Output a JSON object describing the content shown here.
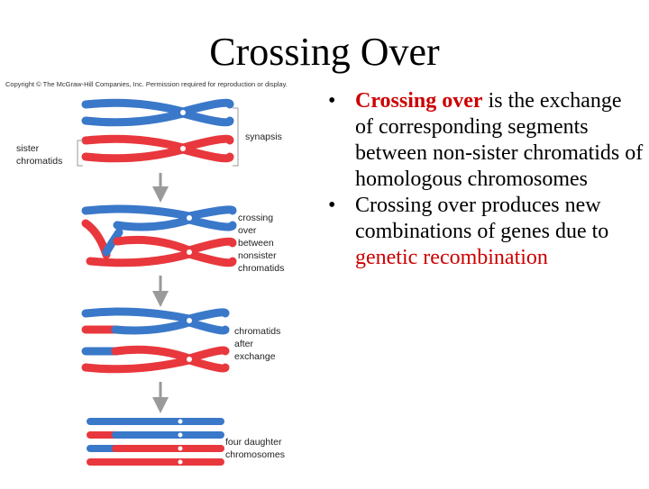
{
  "title": "Crossing Over",
  "copyright": "Copyright © The McGraw-Hill Companies, Inc. Permission required for reproduction or display.",
  "figure": {
    "labels": {
      "synapsis": "synapsis",
      "sister_chromatids": "sister\nchromatids",
      "crossing_over": "crossing\nover\nbetween\nnonsister\nchromatids",
      "after_exchange": "chromatids\nafter\nexchange",
      "daughter": "four daughter\nchromosomes"
    },
    "colors": {
      "blue": "#3a78c9",
      "red": "#e8383d",
      "arrow": "#9a9a9a"
    }
  },
  "bullets": [
    {
      "bullet": "•",
      "highlight": "Crossing over",
      "text": " is the exchange of corresponding segments between non-sister chromatids of homologous chromosomes"
    },
    {
      "bullet": "•",
      "text": "Crossing over produces new combinations of genes due to ",
      "highlight": "genetic recombination"
    }
  ]
}
